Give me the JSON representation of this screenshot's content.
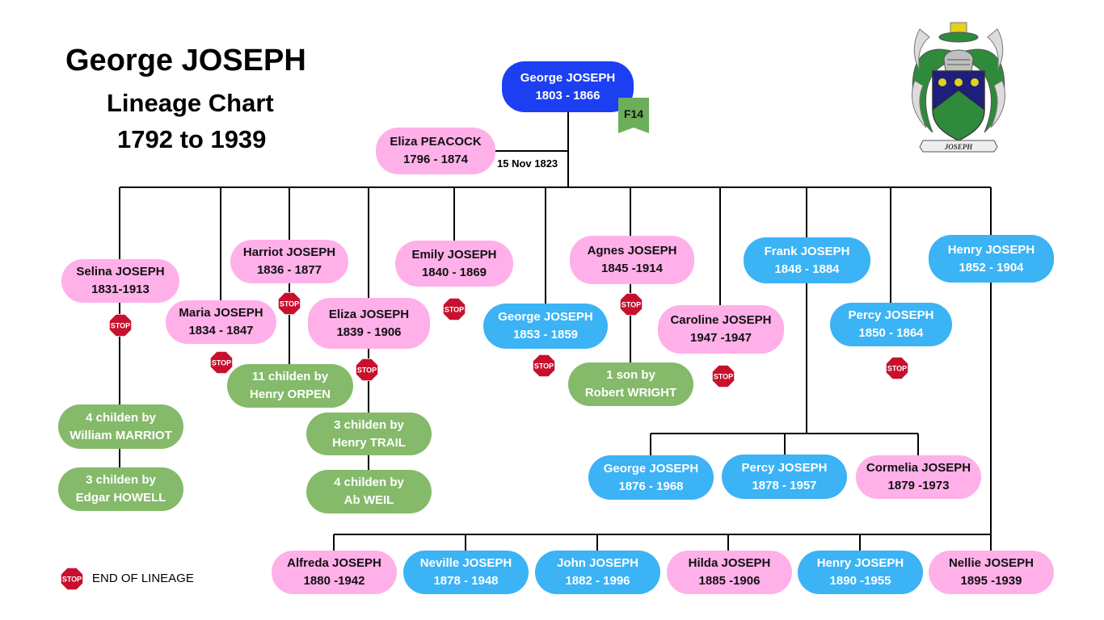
{
  "header": {
    "title": "George JOSEPH",
    "subtitle": "Lineage Chart",
    "range": "1792 to 1939"
  },
  "root": {
    "name": "George JOSEPH",
    "dates": "1803 - 1866",
    "tag": "F14"
  },
  "spouse": {
    "name": "Eliza PEACOCK",
    "dates": "1796 - 1874",
    "marriage": "15 Nov 1823"
  },
  "children": [
    {
      "name": "Selina JOSEPH",
      "dates": "1831-1913"
    },
    {
      "name": "Maria JOSEPH",
      "dates": "1834 - 1847"
    },
    {
      "name": "Harriot JOSEPH",
      "dates": "1836 - 1877"
    },
    {
      "name": "Eliza JOSEPH",
      "dates": "1839 - 1906"
    },
    {
      "name": "Emily JOSEPH",
      "dates": "1840 - 1869"
    },
    {
      "name": "George JOSEPH",
      "dates": "1853 - 1859"
    },
    {
      "name": "Agnes JOSEPH",
      "dates": "1845 -1914"
    },
    {
      "name": "Caroline JOSEPH",
      "dates": "1947 -1947"
    },
    {
      "name": "Frank JOSEPH",
      "dates": "1848 - 1884"
    },
    {
      "name": "Percy JOSEPH",
      "dates": "1850 - 1864"
    },
    {
      "name": "Henry JOSEPH",
      "dates": "1852 - 1904"
    }
  ],
  "notes": [
    {
      "line1": "4 childen by",
      "line2": "William MARRIOT"
    },
    {
      "line1": "3 childen by",
      "line2": "Edgar HOWELL"
    },
    {
      "line1": "11 childen by",
      "line2": "Henry ORPEN"
    },
    {
      "line1": "3 childen by",
      "line2": "Henry TRAIL"
    },
    {
      "line1": "4 childen by",
      "line2": "Ab WEIL"
    },
    {
      "line1": "1 son by",
      "line2": "Robert WRIGHT"
    }
  ],
  "frank_children": [
    {
      "name": "George JOSEPH",
      "dates": "1876 - 1968"
    },
    {
      "name": "Percy JOSEPH",
      "dates": "1878 - 1957"
    },
    {
      "name": "Cormelia JOSEPH",
      "dates": "1879 -1973"
    }
  ],
  "henry_children": [
    {
      "name": "Alfreda JOSEPH",
      "dates": "1880 -1942"
    },
    {
      "name": "Neville JOSEPH",
      "dates": "1878 - 1948"
    },
    {
      "name": "John JOSEPH",
      "dates": "1882 - 1996"
    },
    {
      "name": "Hilda JOSEPH",
      "dates": "1885 -1906"
    },
    {
      "name": "Henry JOSEPH",
      "dates": "1890  -1955"
    },
    {
      "name": "Nellie JOSEPH",
      "dates": "1895 -1939"
    }
  ],
  "legend": {
    "stop_text": "STOP",
    "label": "END OF LINEAGE"
  },
  "crest": {
    "motto": "JOSEPH"
  },
  "colors": {
    "female": "#ffb0e9",
    "male": "#3bb3f5",
    "note": "#84ba6a",
    "root": "#1c3ff2",
    "stop": "#c8102e",
    "tag": "#6cae5a"
  }
}
